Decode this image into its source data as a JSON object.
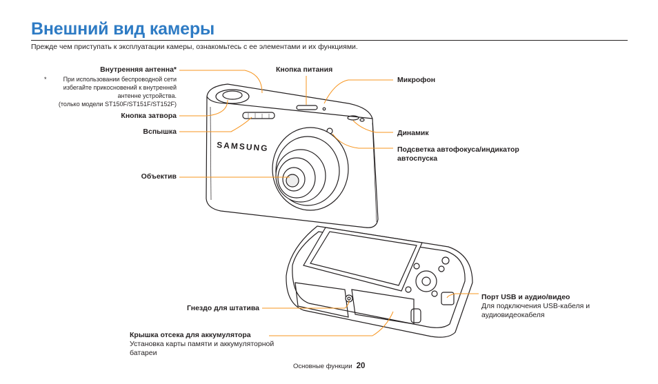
{
  "page": {
    "title": "Внешний вид камеры",
    "intro": "Прежде чем приступать к эксплуатации камеры, ознакомьтесь с ее элементами и их функциями."
  },
  "labels": {
    "antenna": "Внутренняя антенна*",
    "antenna_note_star": "*",
    "antenna_note_lines": [
      "При использовании беспроводной сети",
      "избегайте прикосновений к внутренней",
      "антенне устройства.",
      "(только модели ST150F/ST151F/ST152F)"
    ],
    "shutter": "Кнопка затвора",
    "flash": "Вспышка",
    "lens": "Объектив",
    "power": "Кнопка питания",
    "mic": "Микрофон",
    "speaker": "Динамик",
    "af_lamp": "Подсветка автофокуса/индикатор автоспуска",
    "tripod": "Гнездо для штатива",
    "battery": "Крышка отсека для аккумулятора",
    "battery_desc": "Установка карты памяти и аккумуляторной батареи",
    "usb": "Порт USB и аудио/видео",
    "usb_desc": "Для подключения USB-кабеля и аудиовидеокабеля"
  },
  "camera": {
    "brand": "SAMSUNG"
  },
  "footer": {
    "section": "Основные функции",
    "page_number": "20"
  },
  "colors": {
    "title": "#2e7bc4",
    "leader": "#f7941d",
    "text": "#231f20"
  }
}
